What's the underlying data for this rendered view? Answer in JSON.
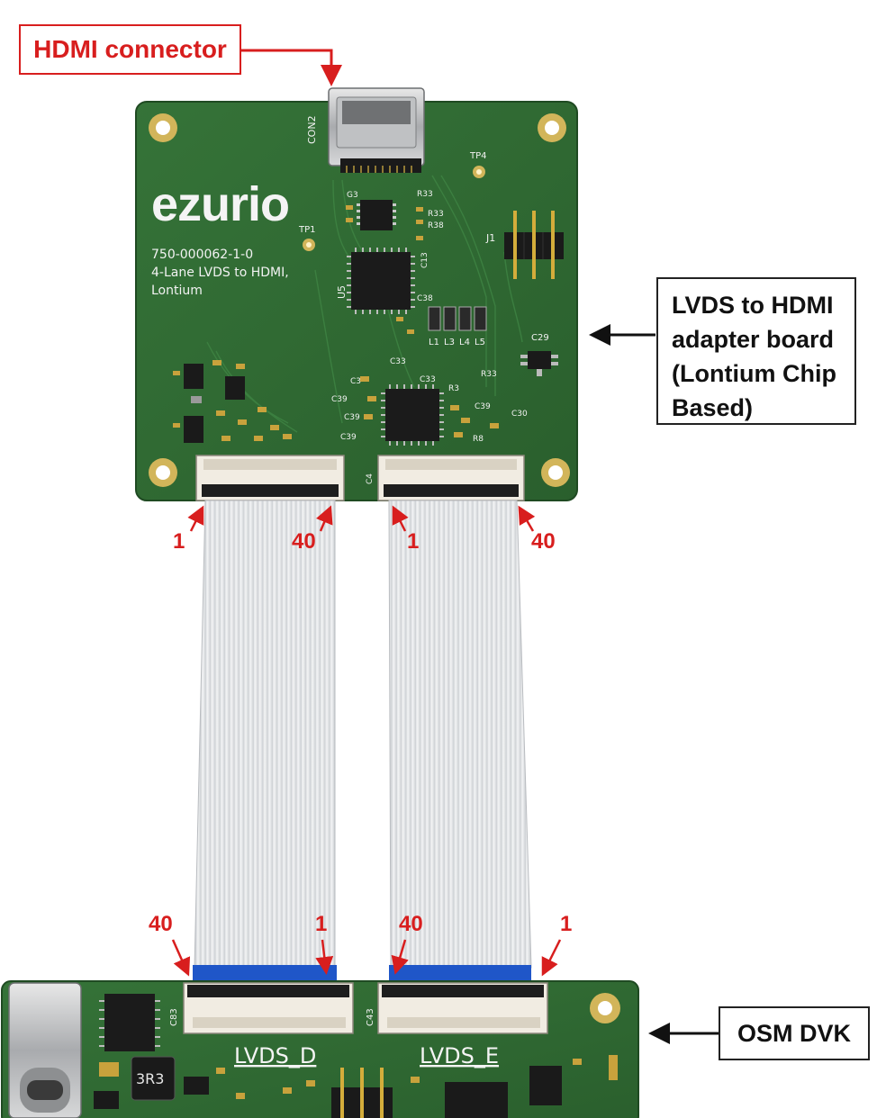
{
  "callouts": {
    "hdmi_connector": "HDMI connector",
    "adapter_board_lines": [
      "LVDS to HDMI",
      "adapter board",
      "(Lontium Chip",
      "Based)"
    ],
    "osm_dvk": "OSM DVK"
  },
  "adapter_board": {
    "logo": "ezurio",
    "part_number": "750-000062-1-0",
    "description_line1": "4-Lane LVDS to HDMI,",
    "description_line2": "Lontium",
    "refdes": {
      "con2": "CON2",
      "tp1": "TP1",
      "tp4": "TP4",
      "j1": "J1",
      "u5": "U5",
      "c29": "C29",
      "g3": "G3",
      "r33": "R33",
      "r38": "R38",
      "c13": "C13",
      "c38": "C38",
      "l1": "L1",
      "l3": "L3",
      "l4": "L4",
      "l5": "L5",
      "c33": "C33",
      "r3": "R3",
      "c39": "C39",
      "c30": "C30",
      "r8": "R8",
      "c3": "C3",
      "c4": "C4"
    }
  },
  "pin_labels": {
    "top_left_1": "1",
    "top_left_40": "40",
    "top_right_1": "1",
    "top_right_40": "40",
    "bottom_left_40": "40",
    "bottom_left_1": "1",
    "bottom_right_40": "40",
    "bottom_right_1": "1"
  },
  "dvk_board": {
    "lvds_d": "LVDS_D",
    "lvds_e": "LVDS_E",
    "inductor": "3R3",
    "refdes_c83": "C83",
    "refdes_c43": "C43"
  },
  "colors": {
    "pcb_green": "#2f6b32",
    "callout_red": "#d81e1e",
    "ribbon_blue": "#1f56c8"
  }
}
